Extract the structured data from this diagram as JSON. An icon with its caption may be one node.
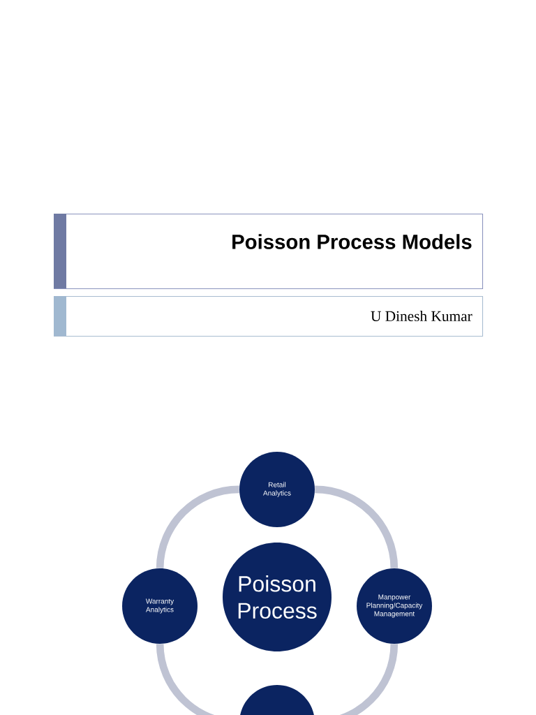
{
  "diagram": {
    "nodes": [
      {
        "text": [
          "Poisson Process Models"
        ]
      },
      {
        "text": [
          "U Dinesh Kumar"
        ]
      },
      {
        "text": [
          "Retail Analytics"
        ]
      },
      {
        "text": [
          "Poisson Process"
        ]
      },
      {
        "text": [
          "Warranty Analytics"
        ]
      },
      {
        "text": [
          "Manpower Planning/Capacity Management"
        ]
      },
      {
        "text": [],
        "shape": "circle"
      }
    ],
    "edges": [
      {
        "from": 2,
        "to": 5,
        "arrow": "none"
      },
      {
        "from": 5,
        "to": 6,
        "arrow": "none"
      },
      {
        "from": 6,
        "to": 4,
        "arrow": "none"
      },
      {
        "from": 4,
        "to": 2,
        "arrow": "none"
      }
    ]
  }
}
